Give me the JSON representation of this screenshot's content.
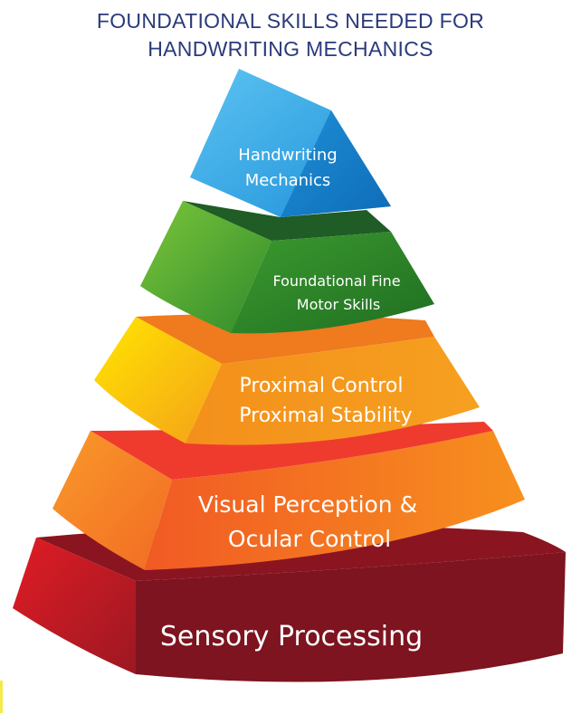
{
  "title": {
    "line1": "FOUNDATIONAL SKILLS NEEDED FOR",
    "line2": "HANDWRITING MECHANICS"
  },
  "tiers": [
    {
      "label_lines": [
        "Handwriting",
        "Mechanics"
      ],
      "color": "#1a8fd6"
    },
    {
      "label_lines": [
        "Foundational Fine",
        "Motor Skills"
      ],
      "color": "#2e8a2c"
    },
    {
      "label_lines": [
        "Proximal Control",
        "Proximal Stability"
      ],
      "color": "#f28a1c"
    },
    {
      "label_lines": [
        "Visual Perception &",
        "Ocular Control"
      ],
      "color": "#f36a24"
    },
    {
      "label_lines": [
        "Sensory Processing"
      ],
      "color": "#7d1420"
    }
  ]
}
